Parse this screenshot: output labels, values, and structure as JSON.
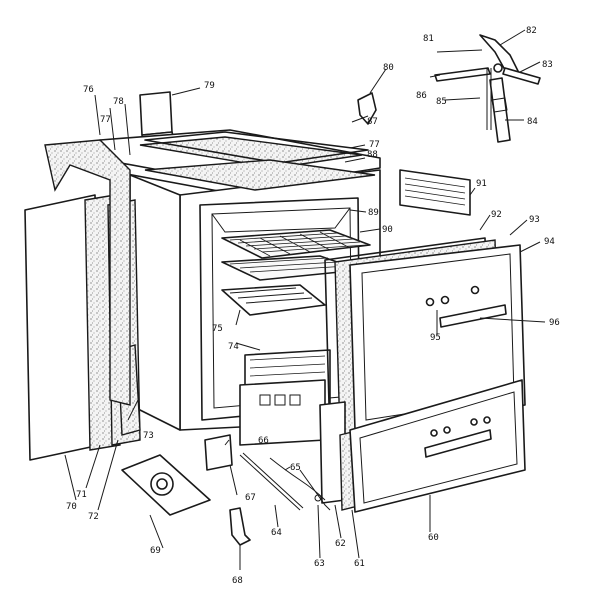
{
  "callouts": {
    "c60": "60",
    "c61": "61",
    "c62": "62",
    "c63": "63",
    "c64": "64",
    "c65": "65",
    "c66": "66",
    "c67": "67",
    "c68": "68",
    "c69": "69",
    "c70": "70",
    "c71": "71",
    "c72": "72",
    "c73": "73",
    "c74": "74",
    "c75": "75",
    "c76": "76",
    "c77a": "77",
    "c77b": "77",
    "c78": "78",
    "c79": "79",
    "c80": "80",
    "c81": "81",
    "c82": "82",
    "c83": "83",
    "c84": "84",
    "c85": "85",
    "c86": "86",
    "c87": "87",
    "c88": "88",
    "c89": "89",
    "c90": "90",
    "c91": "91",
    "c92": "92",
    "c93": "93",
    "c94": "94",
    "c95": "95",
    "c96": "96"
  }
}
